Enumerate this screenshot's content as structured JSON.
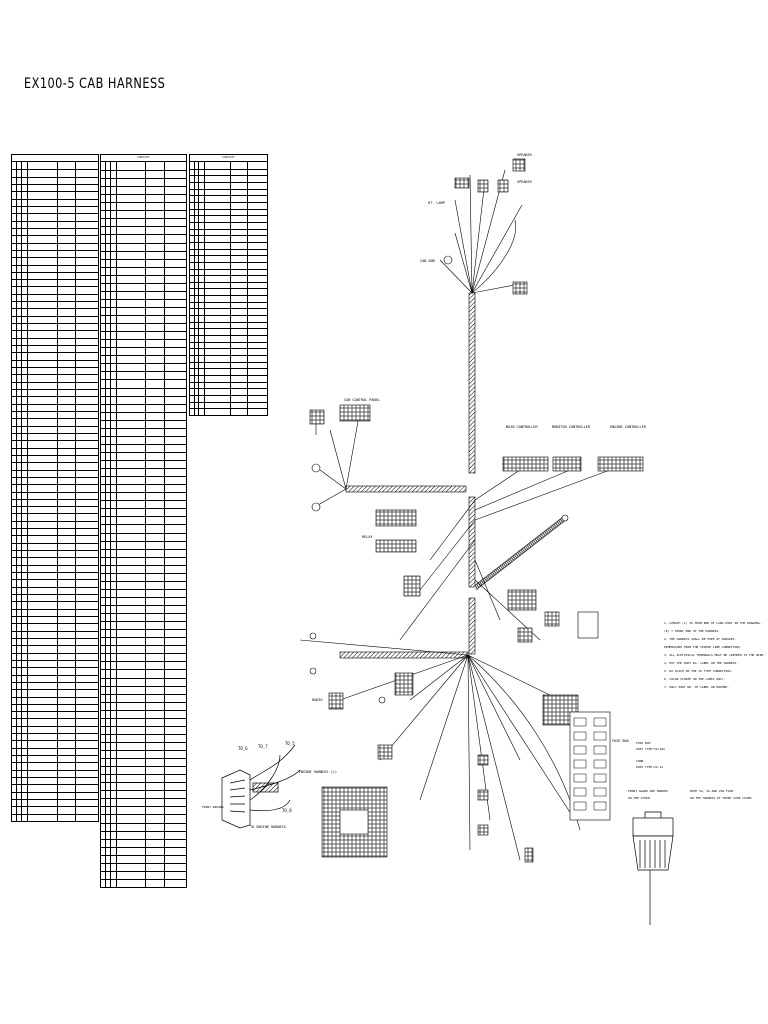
{
  "title": "EX100-5  CAB HARNESS",
  "tables": [
    {
      "name": "wire-table-1",
      "header": "",
      "rows": 90
    },
    {
      "name": "wire-table-2",
      "header": "CIRCUIT",
      "rows": 90
    },
    {
      "name": "wire-table-3",
      "header": "CIRCUIT",
      "rows": 38
    }
  ],
  "labels": {
    "cab_gnd": "CAB GND",
    "speaker_right": "SPEAKER",
    "speaker_left": "SPEAKER",
    "ht_lamp": "HT. LAMP",
    "cab_control_panel": "CAB CONTROL PANEL",
    "main_controller": "MAIN CONTROLLER",
    "monitor_controller": "MONITOR CONTROLLER",
    "engine_controller": "ENGINE CONTROLLER",
    "relay": "RELAY",
    "fuse_box": "FUSE BOX",
    "radio": "RADIO",
    "engine_harness": "ENGINE HARNESS (L)",
    "to_engine_harness": "TO ENGINE HARNESS",
    "to_6": "TO_6",
    "to_7": "TO_7",
    "to_5": "TO_5",
    "to_8": "TO_8",
    "front_wiring": "FRONT WIRING"
  },
  "notes": [
    "1. LENGTH (L) IS FROM END OF LONG PORT IN THE DRAWING.",
    "   (E) = FRONT END OF THE HARNESS.",
    "2. THE HARNESS SHALL BE FREE OF DAMAGES.",
    "   DIMENSIONS FROM THE CENTER LINE CONNECTORS.",
    "3. ALL ELECTRICAL TERMINALS MUST BE CRIMPED TO THE WIRE.",
    "4. PUT THE PART No. LABEL ON THE HARNESS.",
    "5. DO PLACE ON THE CD TYPE CONNECTORS.",
    "6. COLOR STRIPE ON THE LABEL ONLY.",
    "7. ONLY PART NO. OF LABEL ON  PRIMER."
  ],
  "legend": {
    "fuse_box_part": "FUSE BOX",
    "fuse_box_spec": "PART TYPE:5A/10A",
    "conn_label": "CONN.",
    "conn_spec": "PART TYPE:22-12",
    "front_guard": "FRONT GUARD ARE MARKED",
    "front_guard_2": "ON THE COVER",
    "note_right": "NOTE 3A, 5A  AND 20A  FUSE",
    "note_right_2": "ON THE HARNESS OF FRONT SIDE COVER"
  }
}
